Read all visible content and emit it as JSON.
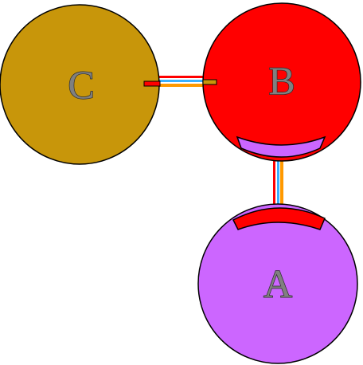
{
  "nodes": [
    {
      "id": "C",
      "label": "C",
      "color": "#c8960a"
    },
    {
      "id": "B",
      "label": "B",
      "color": "#ff0000"
    },
    {
      "id": "A",
      "label": "A",
      "color": "#cc66ff"
    }
  ],
  "edges": [
    {
      "from": "C",
      "to": "B",
      "stripe_colors": [
        "#ff0000",
        "#ffffff",
        "#3ab0ff",
        "#ff9900"
      ]
    },
    {
      "from": "B",
      "to": "A",
      "stripe_colors": [
        "#ff0000",
        "#ffffff",
        "#3ab0ff",
        "#ff9900"
      ]
    }
  ],
  "ports": [
    {
      "node": "B",
      "side": "bottom",
      "color": "#cc66ff"
    },
    {
      "node": "A",
      "side": "top",
      "color": "#ff0000"
    },
    {
      "node": "C",
      "side": "right",
      "color": "#ff0000"
    },
    {
      "node": "B",
      "side": "left",
      "color": "#c8960a"
    }
  ],
  "outline_color": "#000000"
}
